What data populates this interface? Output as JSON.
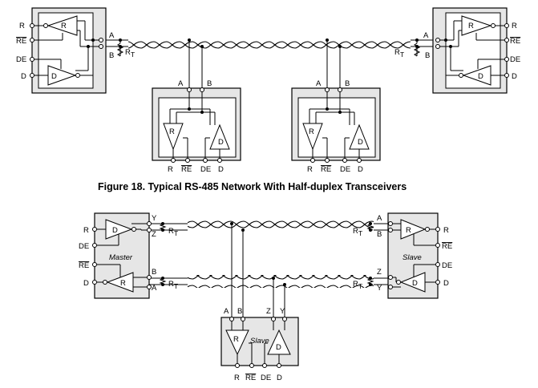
{
  "figure18": {
    "caption": "Figure 18.  Typical RS-485 Network With Half-duplex Transceivers",
    "left_node": {
      "pins": [
        "R",
        "RE",
        "DE",
        "D"
      ],
      "bus": [
        "A",
        "B"
      ],
      "rt": "R",
      "rt_sub": "T",
      "recv": "R",
      "drv": "D"
    },
    "right_node": {
      "pins": [
        "R",
        "RE",
        "DE",
        "D"
      ],
      "bus": [
        "A",
        "B"
      ],
      "rt": "R",
      "rt_sub": "T",
      "recv": "R",
      "drv": "D"
    },
    "node_3": {
      "bus": [
        "A",
        "B"
      ],
      "pins": [
        "R",
        "RE",
        "DE",
        "D"
      ],
      "recv": "R",
      "drv": "D"
    },
    "node_4": {
      "bus": [
        "A",
        "B"
      ],
      "pins": [
        "R",
        "RE",
        "DE",
        "D"
      ],
      "recv": "R",
      "drv": "D"
    }
  },
  "figure19": {
    "master": {
      "title": "Master",
      "pins": [
        "R",
        "DE",
        "RE",
        "D"
      ],
      "bus_top": [
        "Y",
        "Z"
      ],
      "bus_bot": [
        "B",
        "A"
      ],
      "drv": "D",
      "recv": "R",
      "rt": "R",
      "rt_sub": "T"
    },
    "slave_right": {
      "title": "Slave",
      "pins": [
        "R",
        "RE",
        "DE",
        "D"
      ],
      "bus_top": [
        "A",
        "B"
      ],
      "bus_bot": [
        "Z",
        "Y"
      ],
      "drv": "D",
      "recv": "R",
      "rt": "R",
      "rt_sub": "T"
    },
    "slave_bottom": {
      "title": "Slave",
      "bus": [
        "A",
        "B",
        "Z",
        "Y"
      ],
      "pins": [
        "R",
        "RE",
        "DE",
        "D"
      ],
      "drv": "D",
      "recv": "R"
    }
  }
}
